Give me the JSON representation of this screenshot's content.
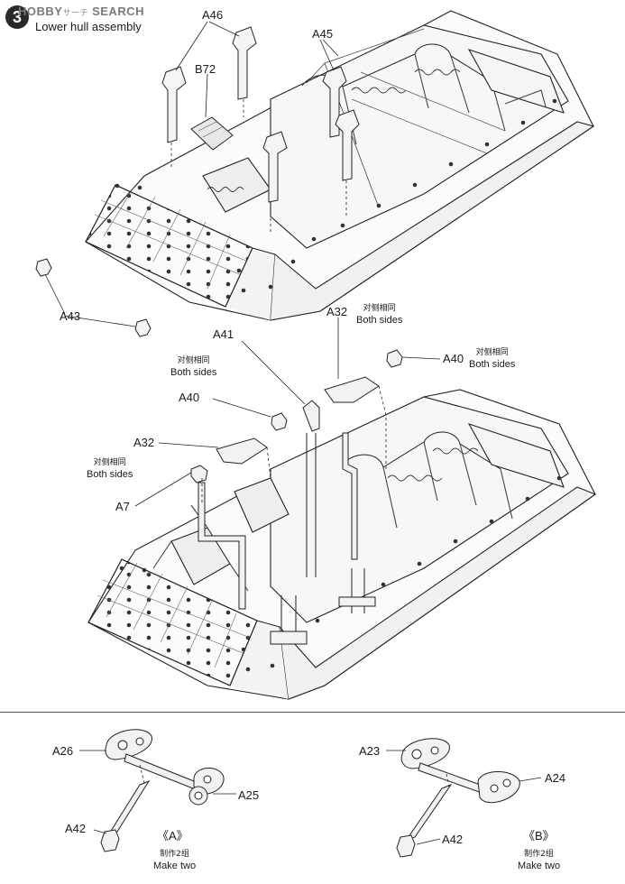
{
  "watermark": {
    "prefix": "HOBBY",
    "jp": "サーチ",
    "suffix": "SEARCH"
  },
  "step": {
    "number": "3",
    "title": "Lower hull assembly"
  },
  "notes": {
    "both_sides_cn": "对侧相同",
    "both_sides_en": "Both sides",
    "make_two_cn": "制作2组",
    "make_two_en": "Make two"
  },
  "top_labels": {
    "a46": "A46",
    "a45": "A45",
    "b72": "B72",
    "a43": "A43"
  },
  "middle_labels": {
    "a32_right": "A32",
    "a41": "A41",
    "a40_right": "A40",
    "a40_left": "A40",
    "a32_left": "A32",
    "a7": "A7"
  },
  "sub_a": {
    "title": "《A》",
    "a26": "A26",
    "a25": "A25",
    "a42": "A42"
  },
  "sub_b": {
    "title": "《B》",
    "a23": "A23",
    "a24": "A24",
    "a42": "A42"
  }
}
